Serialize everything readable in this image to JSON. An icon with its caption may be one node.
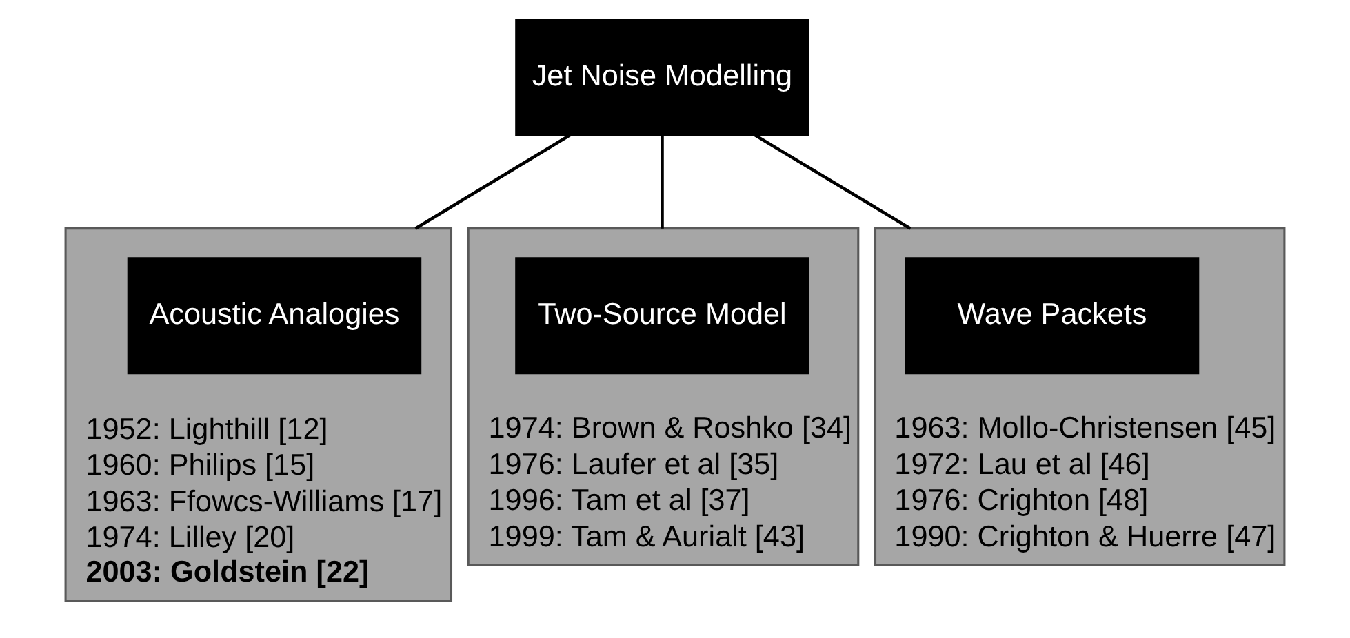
{
  "diagram": {
    "nodes": [
      {
        "text": [
          "Jet Noise Modelling"
        ]
      },
      {
        "text": [
          "1952: Lighthill [12]",
          "1960: Philips [15]",
          "1963: Ffowcs-Williams [17]",
          "1974: Lilley [20]",
          "2003: Goldstein [22]"
        ]
      },
      {
        "text": [
          "Acoustic Analogies"
        ],
        "in": 1
      },
      {
        "text": [
          "1974: Brown & Roshko [34]",
          "1976: Laufer et al [35]",
          "1996: Tam et al [37]",
          "1999: Tam & Aurialt [43]"
        ]
      },
      {
        "text": [
          "Two-Source Model"
        ],
        "in": 3
      },
      {
        "text": [
          "1963: Mollo-Christensen [45]",
          "1972: Lau et al [46]",
          "1976: Crighton [48]",
          "1990: Crighton & Huerre [47]"
        ]
      },
      {
        "text": [
          "Wave Packets"
        ],
        "in": 5
      }
    ],
    "edges": [
      {
        "from": 0,
        "to": 1,
        "arrow": "none"
      },
      {
        "from": 0,
        "to": 3,
        "arrow": "none"
      },
      {
        "from": 0,
        "to": 5,
        "arrow": "none"
      }
    ]
  }
}
